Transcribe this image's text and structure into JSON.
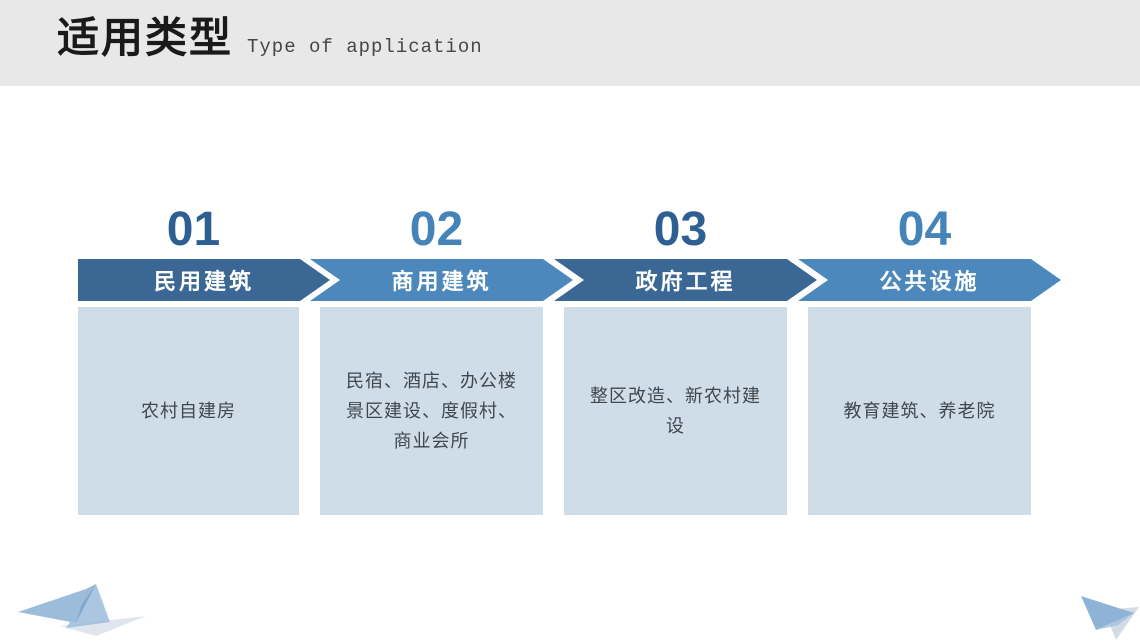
{
  "slide_title": {
    "zh": "适用类型",
    "en": "Type of application"
  },
  "columns": [
    {
      "number": "01",
      "heading": "民用建筑",
      "tone": "dark",
      "description": [
        "农村自建房"
      ]
    },
    {
      "number": "02",
      "heading": "商用建筑",
      "tone": "light",
      "description": [
        "民宿、酒店、办公楼",
        "景区建设、度假村、",
        "商业会所"
      ]
    },
    {
      "number": "03",
      "heading": "政府工程",
      "tone": "dark",
      "description": [
        "整区改造、新农村建",
        "设"
      ]
    },
    {
      "number": "04",
      "heading": "公共设施",
      "tone": "light",
      "description": [
        "教育建筑、养老院"
      ]
    }
  ],
  "colors": {
    "dark_blue_arrow": "#3a6793",
    "light_blue_arrow": "#4c88bb",
    "dark_blue_number": "#2d5f92",
    "light_blue_number": "#4484b8",
    "card_background": "#cfdde8",
    "header_background": "#e9e8e9",
    "card_text": "#40474d"
  },
  "decorations": {
    "bottom_left": "paper-plane",
    "bottom_right": "paper-plane"
  }
}
